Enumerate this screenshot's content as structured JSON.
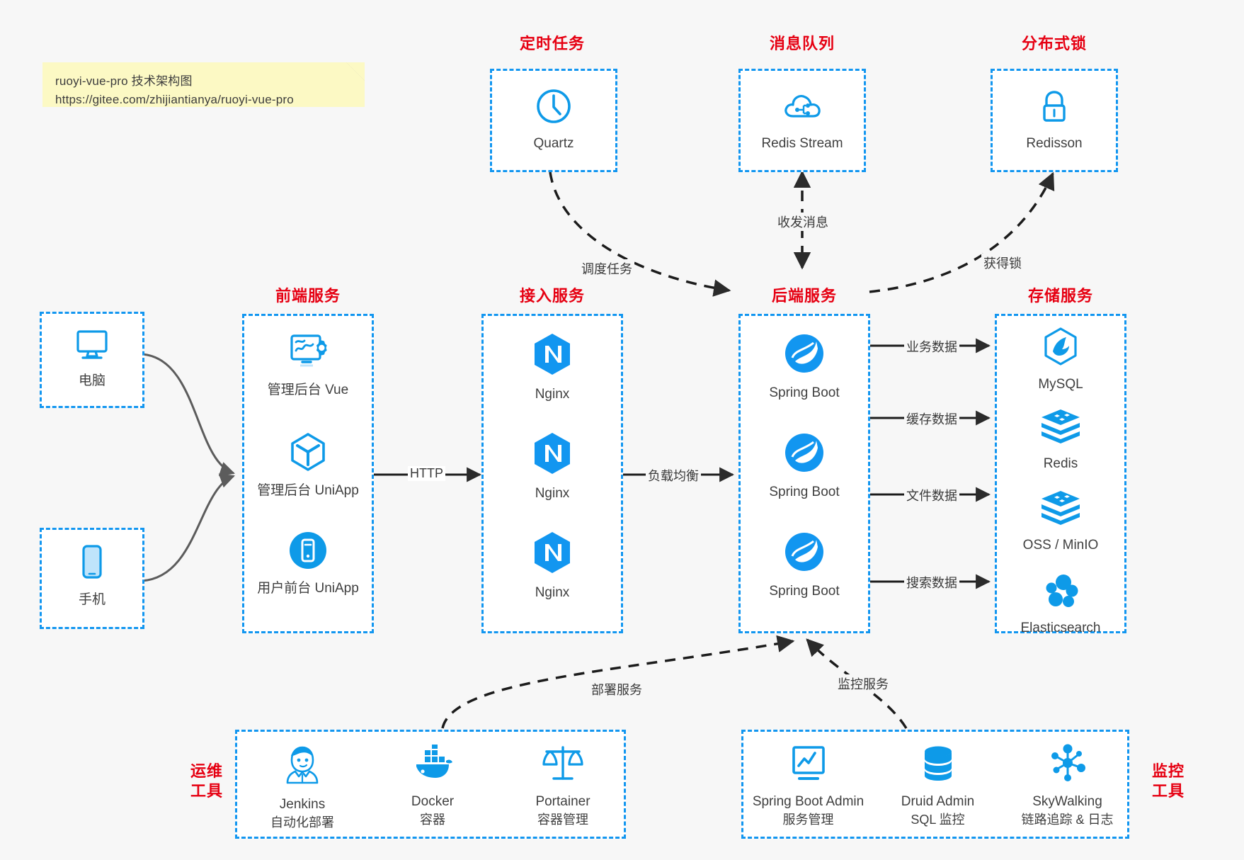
{
  "note": {
    "line1": "ruoyi-vue-pro 技术架构图",
    "line2": "https://gitee.com/zhijiantianya/ruoyi-vue-pro"
  },
  "colors": {
    "accent_blue": "#1296f0",
    "title_red": "#e60012",
    "icon_blue": "#0e9ae8",
    "text_gray": "#3f3f3f",
    "note_yellow": "#fcf9c4",
    "page_bg": "#f7f7f7"
  },
  "groups": {
    "clients": {
      "computer": {
        "label": "电脑",
        "icon": "desktop-monitor-icon"
      },
      "phone": {
        "label": "手机",
        "icon": "mobile-phone-icon"
      }
    },
    "scheduler": {
      "title": "定时任务",
      "items": [
        {
          "label": "Quartz",
          "icon": "clock-icon"
        }
      ]
    },
    "mq": {
      "title": "消息队列",
      "items": [
        {
          "label": "Redis Stream",
          "icon": "cloud-stream-icon"
        }
      ]
    },
    "lock": {
      "title": "分布式锁",
      "items": [
        {
          "label": "Redisson",
          "icon": "padlock-icon"
        }
      ]
    },
    "frontend": {
      "title": "前端服务",
      "items": [
        {
          "label": "管理后台 Vue",
          "icon": "admin-dashboard-icon"
        },
        {
          "label": "管理后台 UniApp",
          "icon": "cube-icon"
        },
        {
          "label": "用户前台 UniApp",
          "icon": "mobile-app-icon"
        }
      ]
    },
    "gateway": {
      "title": "接入服务",
      "items": [
        {
          "label": "Nginx",
          "icon": "nginx-icon"
        },
        {
          "label": "Nginx",
          "icon": "nginx-icon"
        },
        {
          "label": "Nginx",
          "icon": "nginx-icon"
        }
      ]
    },
    "backend": {
      "title": "后端服务",
      "items": [
        {
          "label": "Spring Boot",
          "icon": "spring-boot-icon"
        },
        {
          "label": "Spring Boot",
          "icon": "spring-boot-icon"
        },
        {
          "label": "Spring Boot",
          "icon": "spring-boot-icon"
        }
      ]
    },
    "storage": {
      "title": "存储服务",
      "items": [
        {
          "label": "MySQL",
          "icon": "mysql-dolphin-icon"
        },
        {
          "label": "Redis",
          "icon": "redis-stack-icon"
        },
        {
          "label": "OSS / MinIO",
          "icon": "object-storage-icon"
        },
        {
          "label": "Elasticsearch",
          "icon": "elasticsearch-icon"
        }
      ]
    },
    "ops": {
      "title_line1": "运维",
      "title_line2": "工具",
      "items": [
        {
          "label": "Jenkins",
          "sub": "自动化部署",
          "icon": "jenkins-butler-icon"
        },
        {
          "label": "Docker",
          "sub": "容器",
          "icon": "docker-whale-icon"
        },
        {
          "label": "Portainer",
          "sub": "容器管理",
          "icon": "scales-icon"
        }
      ]
    },
    "monitor": {
      "title_line1": "监控",
      "title_line2": "工具",
      "items": [
        {
          "label": "Spring Boot Admin",
          "sub": "服务管理",
          "icon": "monitor-chart-icon"
        },
        {
          "label": "Druid Admin",
          "sub": "SQL 监控",
          "icon": "database-stack-icon"
        },
        {
          "label": "SkyWalking",
          "sub": "链路追踪 & 日志",
          "icon": "skywalking-nodes-icon"
        }
      ]
    }
  },
  "edges": [
    {
      "id": "http",
      "label": "HTTP"
    },
    {
      "id": "load-balance",
      "label": "负载均衡"
    },
    {
      "id": "schedule-task",
      "label": "调度任务"
    },
    {
      "id": "send-receive-message",
      "label": "收发消息"
    },
    {
      "id": "acquire-lock",
      "label": "获得锁"
    },
    {
      "id": "business-data",
      "label": "业务数据"
    },
    {
      "id": "cache-data",
      "label": "缓存数据"
    },
    {
      "id": "file-data",
      "label": "文件数据"
    },
    {
      "id": "search-data",
      "label": "搜索数据"
    },
    {
      "id": "deploy-service",
      "label": "部署服务"
    },
    {
      "id": "monitor-service",
      "label": "监控服务"
    }
  ]
}
